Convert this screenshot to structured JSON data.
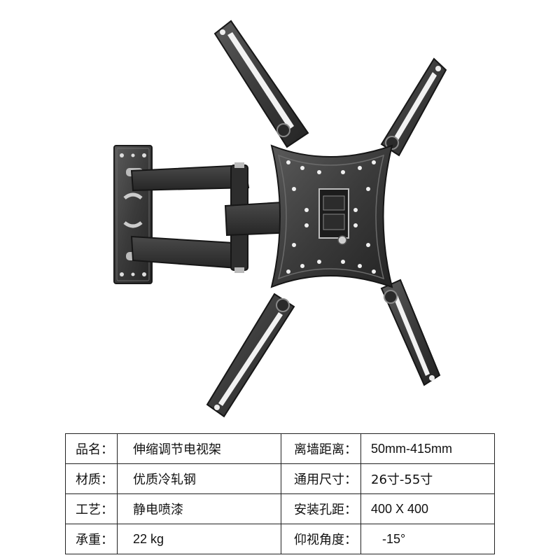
{
  "specs": {
    "rows": [
      {
        "label1": "品名：",
        "value1": "伸缩调节电视架",
        "label2": "离墙距离：",
        "value2": "50mm-415mm"
      },
      {
        "label1": "材质：",
        "value1": "优质冷轧钢",
        "label2": "通用尺寸：",
        "value2": "26寸-55寸"
      },
      {
        "label1": "工艺：",
        "value1": "静电喷漆",
        "label2": "安装孔距：",
        "value2": "400 X 400"
      },
      {
        "label1": "承重：",
        "value1": "22 kg",
        "label2": "仰视角度：",
        "value2": "-15°"
      }
    ]
  },
  "colors": {
    "metal": "#3b3b3b",
    "metal_dark": "#1e1e1e",
    "metal_light": "#5a5a5a",
    "table_border": "#222222"
  },
  "icons": [
    "tv-wall-mount-image"
  ]
}
